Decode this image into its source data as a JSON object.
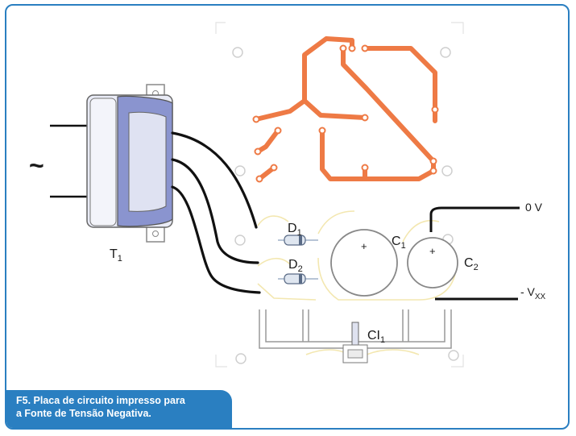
{
  "labels": {
    "ac_symbol": "~",
    "transformer": "T",
    "transformer_sub": "1",
    "d1": "D",
    "d1_sub": "1",
    "d2": "D",
    "d2_sub": "2",
    "c1": "C",
    "c1_sub": "1",
    "c2": "C",
    "c2_sub": "2",
    "ci1": "CI",
    "ci1_sub": "1",
    "zero_v": "0 V",
    "vxx": "- V",
    "vxx_sub": "XX",
    "plus_c1": "+",
    "plus_c2": "+"
  },
  "caption": {
    "line1": "F5. Placa de circuito impresso para",
    "line2": "a Fonte de Tensão Negativa."
  },
  "colors": {
    "frame": "#2a7fc1",
    "trace": "#ee7a45",
    "outline": "#f3e7b0",
    "wire": "#111111",
    "transformer_body": "#8a94cf"
  }
}
